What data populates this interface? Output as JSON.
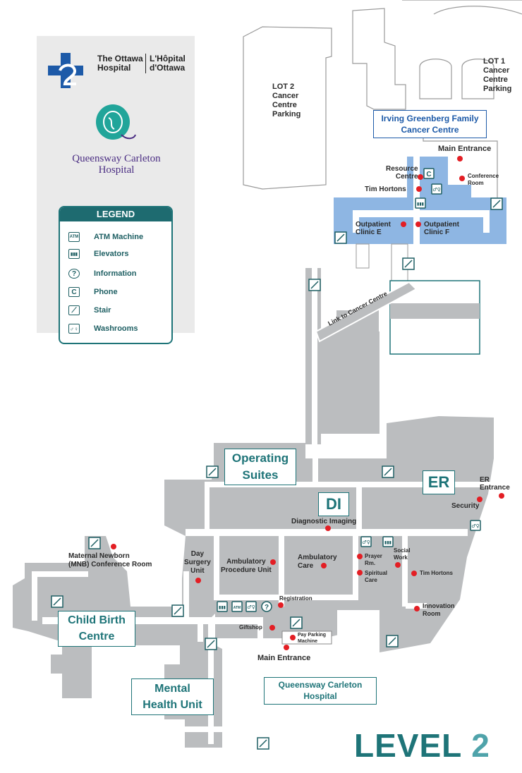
{
  "logos": {
    "ottawa_en_line1": "The Ottawa",
    "ottawa_en_line2": "Hospital",
    "ottawa_fr_line1": "L'Hôpital",
    "ottawa_fr_line2": "d'Ottawa",
    "qch_line1": "Queensway Carleton",
    "qch_line2": "Hospital"
  },
  "legend": {
    "title": "LEGEND",
    "items": [
      {
        "icon": "atm-icon",
        "glyph": "ATM",
        "label": "ATM Machine"
      },
      {
        "icon": "elevator-icon",
        "glyph": "▮▮▮",
        "label": "Elevators"
      },
      {
        "icon": "information-icon",
        "glyph": "?",
        "label": "Information"
      },
      {
        "icon": "phone-icon",
        "glyph": "C",
        "label": "Phone"
      },
      {
        "icon": "stair-icon",
        "glyph": "⟋",
        "label": "Stair"
      },
      {
        "icon": "washroom-icon",
        "glyph": "♂♀",
        "label": "Washrooms"
      }
    ]
  },
  "parking": {
    "lot1": [
      "LOT 1",
      "Cancer",
      "Centre",
      "Parking"
    ],
    "lot2": [
      "LOT 2",
      "Cancer",
      "Centre",
      "Parking"
    ]
  },
  "cancer_centre": {
    "name_line1": "Irving Greenberg Family",
    "name_line2": "Cancer Centre",
    "main_entrance": "Main Entrance",
    "resource_line1": "Resource",
    "resource_line2": "Centre",
    "conference_line1": "Conference",
    "conference_line2": "Room",
    "tim_hortons": "Tim Hortons",
    "clinic_e_line1": "Outpatient",
    "clinic_e_line2": "Clinic E",
    "clinic_f_line1": "Outpatient",
    "clinic_f_line2": "Clinic F",
    "link": "Link to Cancer Centre"
  },
  "areas": {
    "operating_line1": "Operating",
    "operating_line2": "Suites",
    "er": "ER",
    "er_entrance_line1": "ER",
    "er_entrance_line2": "Entrance",
    "security": "Security",
    "di": "DI",
    "diagnostic_imaging": "Diagnostic Imaging",
    "mnb_line1": "Maternal Newborn",
    "mnb_line2": "(MNB) Conference Room",
    "day_surgery_line1": "Day",
    "day_surgery_line2": "Surgery",
    "day_surgery_line3": "Unit",
    "apu_line1": "Ambulatory",
    "apu_line2": "Procedure Unit",
    "amb_care_line1": "Ambulatory",
    "amb_care_line2": "Care",
    "prayer_line1": "Prayer",
    "prayer_line2": "Rm.",
    "spiritual_line1": "Spiritual",
    "spiritual_line2": "Care",
    "social_line1": "Social",
    "social_line2": "Work",
    "tim_hortons": "Tim Hortons",
    "innovation_line1": "Innovation",
    "innovation_line2": "Room",
    "registration": "Registration",
    "giftshop": "Giftshop",
    "pay_parking_line1": "Pay Parking",
    "pay_parking_line2": "Machine",
    "main_entrance": "Main Entrance",
    "child_birth_line1": "Child Birth",
    "child_birth_line2": "Centre",
    "mental_health_line1": "Mental",
    "mental_health_line2": "Health Unit",
    "qch_line1": "Queensway Carleton",
    "qch_line2": "Hospital"
  },
  "level": {
    "word": "LEVEL",
    "number": "2"
  },
  "colors": {
    "building": "#bbbdbf",
    "corridor": "#ffffff",
    "cancer_centre": "#8eb6e3",
    "teal": "#1e7478",
    "poi_dot": "#e31e24"
  }
}
